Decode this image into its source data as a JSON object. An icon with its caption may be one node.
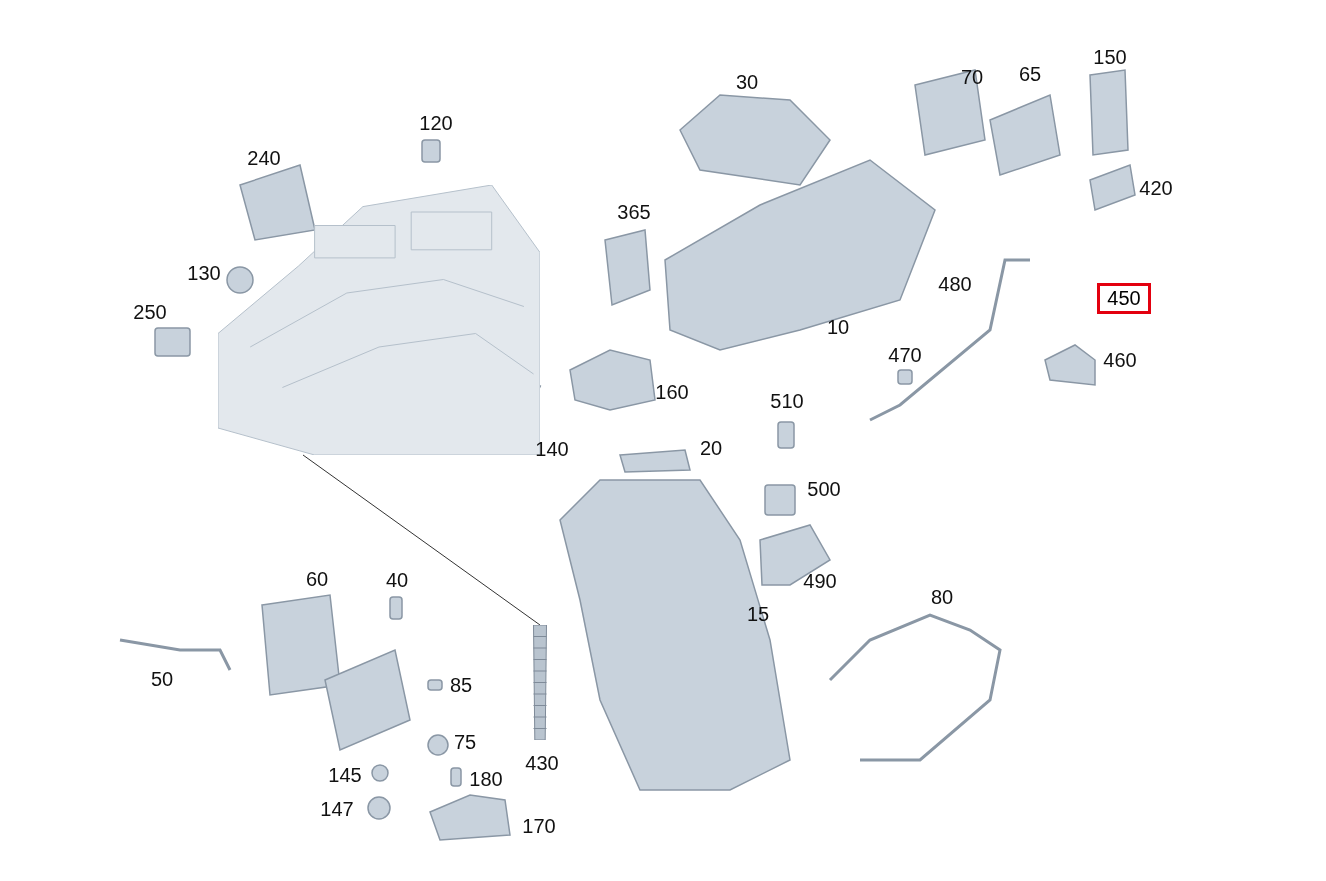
{
  "diagram": {
    "nodes": [
      {
        "text": [],
        "shape": "picture"
      },
      {
        "text": [
          "450"
        ]
      },
      {
        "text": [],
        "shape": "picture",
        "beside": [
          "430"
        ]
      }
    ],
    "edges": [
      {
        "from": 0,
        "to": 2,
        "arrow": "none"
      }
    ],
    "labels": [
      "70",
      "150",
      "30",
      "65",
      "120",
      "240",
      "420",
      "365",
      "130",
      "480",
      "250",
      "10",
      "470",
      "460",
      "160",
      "510",
      "140",
      "20",
      "500",
      "60",
      "40",
      "490",
      "80",
      "15",
      "50",
      "85",
      "75",
      "145",
      "180",
      "147",
      "170"
    ]
  }
}
